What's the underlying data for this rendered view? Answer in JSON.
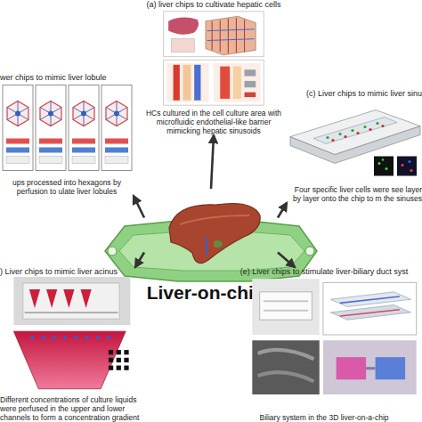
{
  "diagram": {
    "nodes": [
      {
        "text": [
          "(a) liver chips to cultivate hepatic cells",
          "HCs cultured in the cell culture area with microfluidic endothelial-like barrier mimicking hepatic sinusoids"
        ]
      },
      {
        "text": [
          "wer chips to mimic liver lobule",
          "ups processed into hexagons by perfusion to ulate liver lobules"
        ]
      },
      {
        "text": [
          "(c) Liver chips to mimic liver sinu",
          "Four specific liver cells were see layer by layer onto the chip to m the sinuses"
        ]
      },
      {
        "text": [
          "Liver-on-chips"
        ]
      },
      {
        "text": [
          ") Liver chips to mimic liver acinus",
          "Different concentrations of culture liquids were perfused in the upper and lower channels to form a concentration gradient"
        ]
      },
      {
        "text": [
          "(e) Liver chips to stimulate liver-biliary duct syst",
          "Biliary system in the 3D liver-on-a-chip"
        ]
      }
    ],
    "edges": [
      {
        "from": 3,
        "to": 0,
        "arrow": "to"
      },
      {
        "from": 3,
        "to": 1,
        "arrow": "to"
      },
      {
        "from": 3,
        "to": 2,
        "arrow": "to"
      },
      {
        "from": 3,
        "to": 4,
        "arrow": "to"
      },
      {
        "from": 3,
        "to": 5,
        "arrow": "to"
      }
    ]
  }
}
